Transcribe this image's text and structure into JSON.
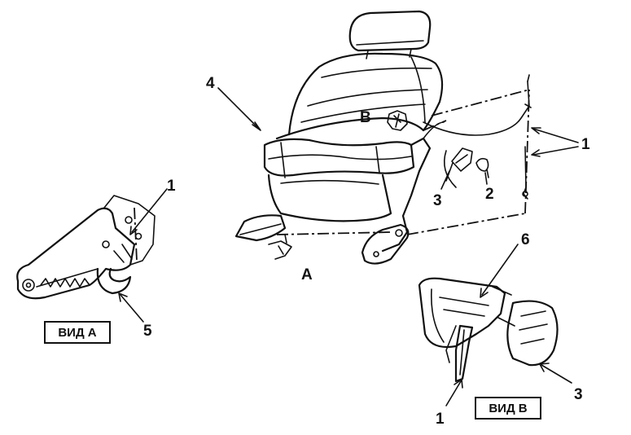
{
  "labels": {
    "n1_right": "1",
    "n2": "2",
    "n3_mid": "3",
    "n4": "4",
    "letter_b": "B",
    "letter_a": "A",
    "n1_left": "1",
    "n5": "5",
    "n6": "6",
    "n1_bottom": "1",
    "n3_bottom": "3"
  },
  "captions": {
    "view_a": "ВИД А",
    "view_b": "ВИД В"
  }
}
